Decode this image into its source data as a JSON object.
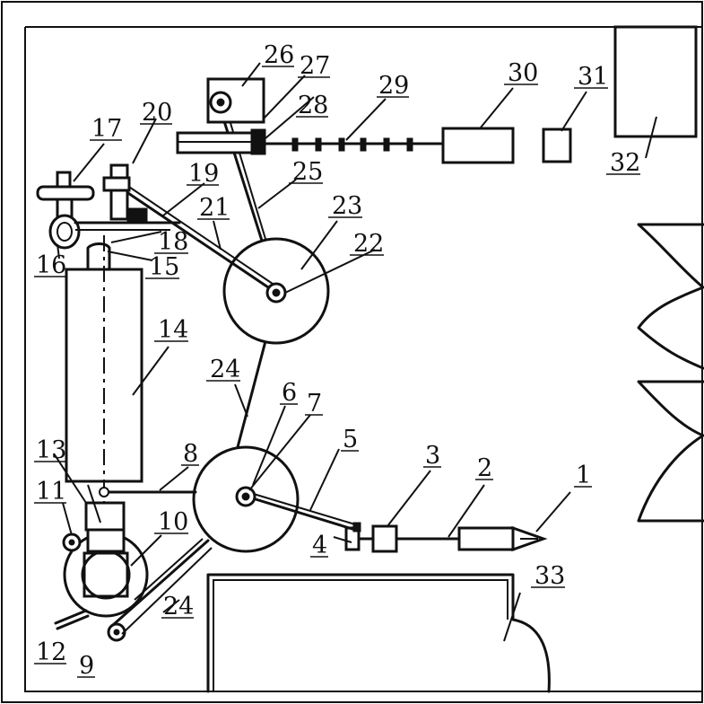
{
  "diagram": {
    "labels": [
      "1",
      "2",
      "3",
      "4",
      "5",
      "6",
      "7",
      "8",
      "9",
      "10",
      "11",
      "12",
      "13",
      "14",
      "15",
      "16",
      "17",
      "18",
      "19",
      "20",
      "21",
      "22",
      "23",
      "24",
      "25",
      "26",
      "27",
      "28",
      "29",
      "30",
      "31",
      "32",
      "33"
    ],
    "label_24_second": "24"
  }
}
